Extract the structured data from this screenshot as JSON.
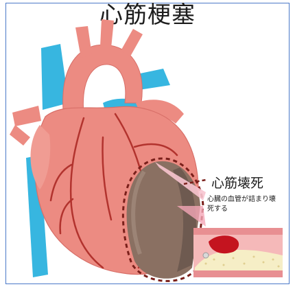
{
  "diagram": {
    "title": "心筋梗塞",
    "callout": {
      "label": "心筋壊死",
      "description": "心臓の血管が詰まり壊死する"
    },
    "parts": [
      "heart",
      "aorta",
      "vena-cava",
      "pulmonary-artery",
      "coronary-arteries",
      "necrotic-area",
      "artery-cross-section",
      "blood-clot",
      "plaque"
    ],
    "colors": {
      "heart": "#ec8b82",
      "heart_shadow": "#d86f68",
      "vessel_blue": "#37b6e0",
      "coronary": "#b2332e",
      "necrosis": "#8a7062",
      "necrosis_dark": "#6e5a50",
      "dashed_outline": "#7a1f1a",
      "artery_wall": "#f5b9b9",
      "plaque": "#f6eec6",
      "clot": "#c4141f",
      "frame": "#4a78c8"
    }
  }
}
